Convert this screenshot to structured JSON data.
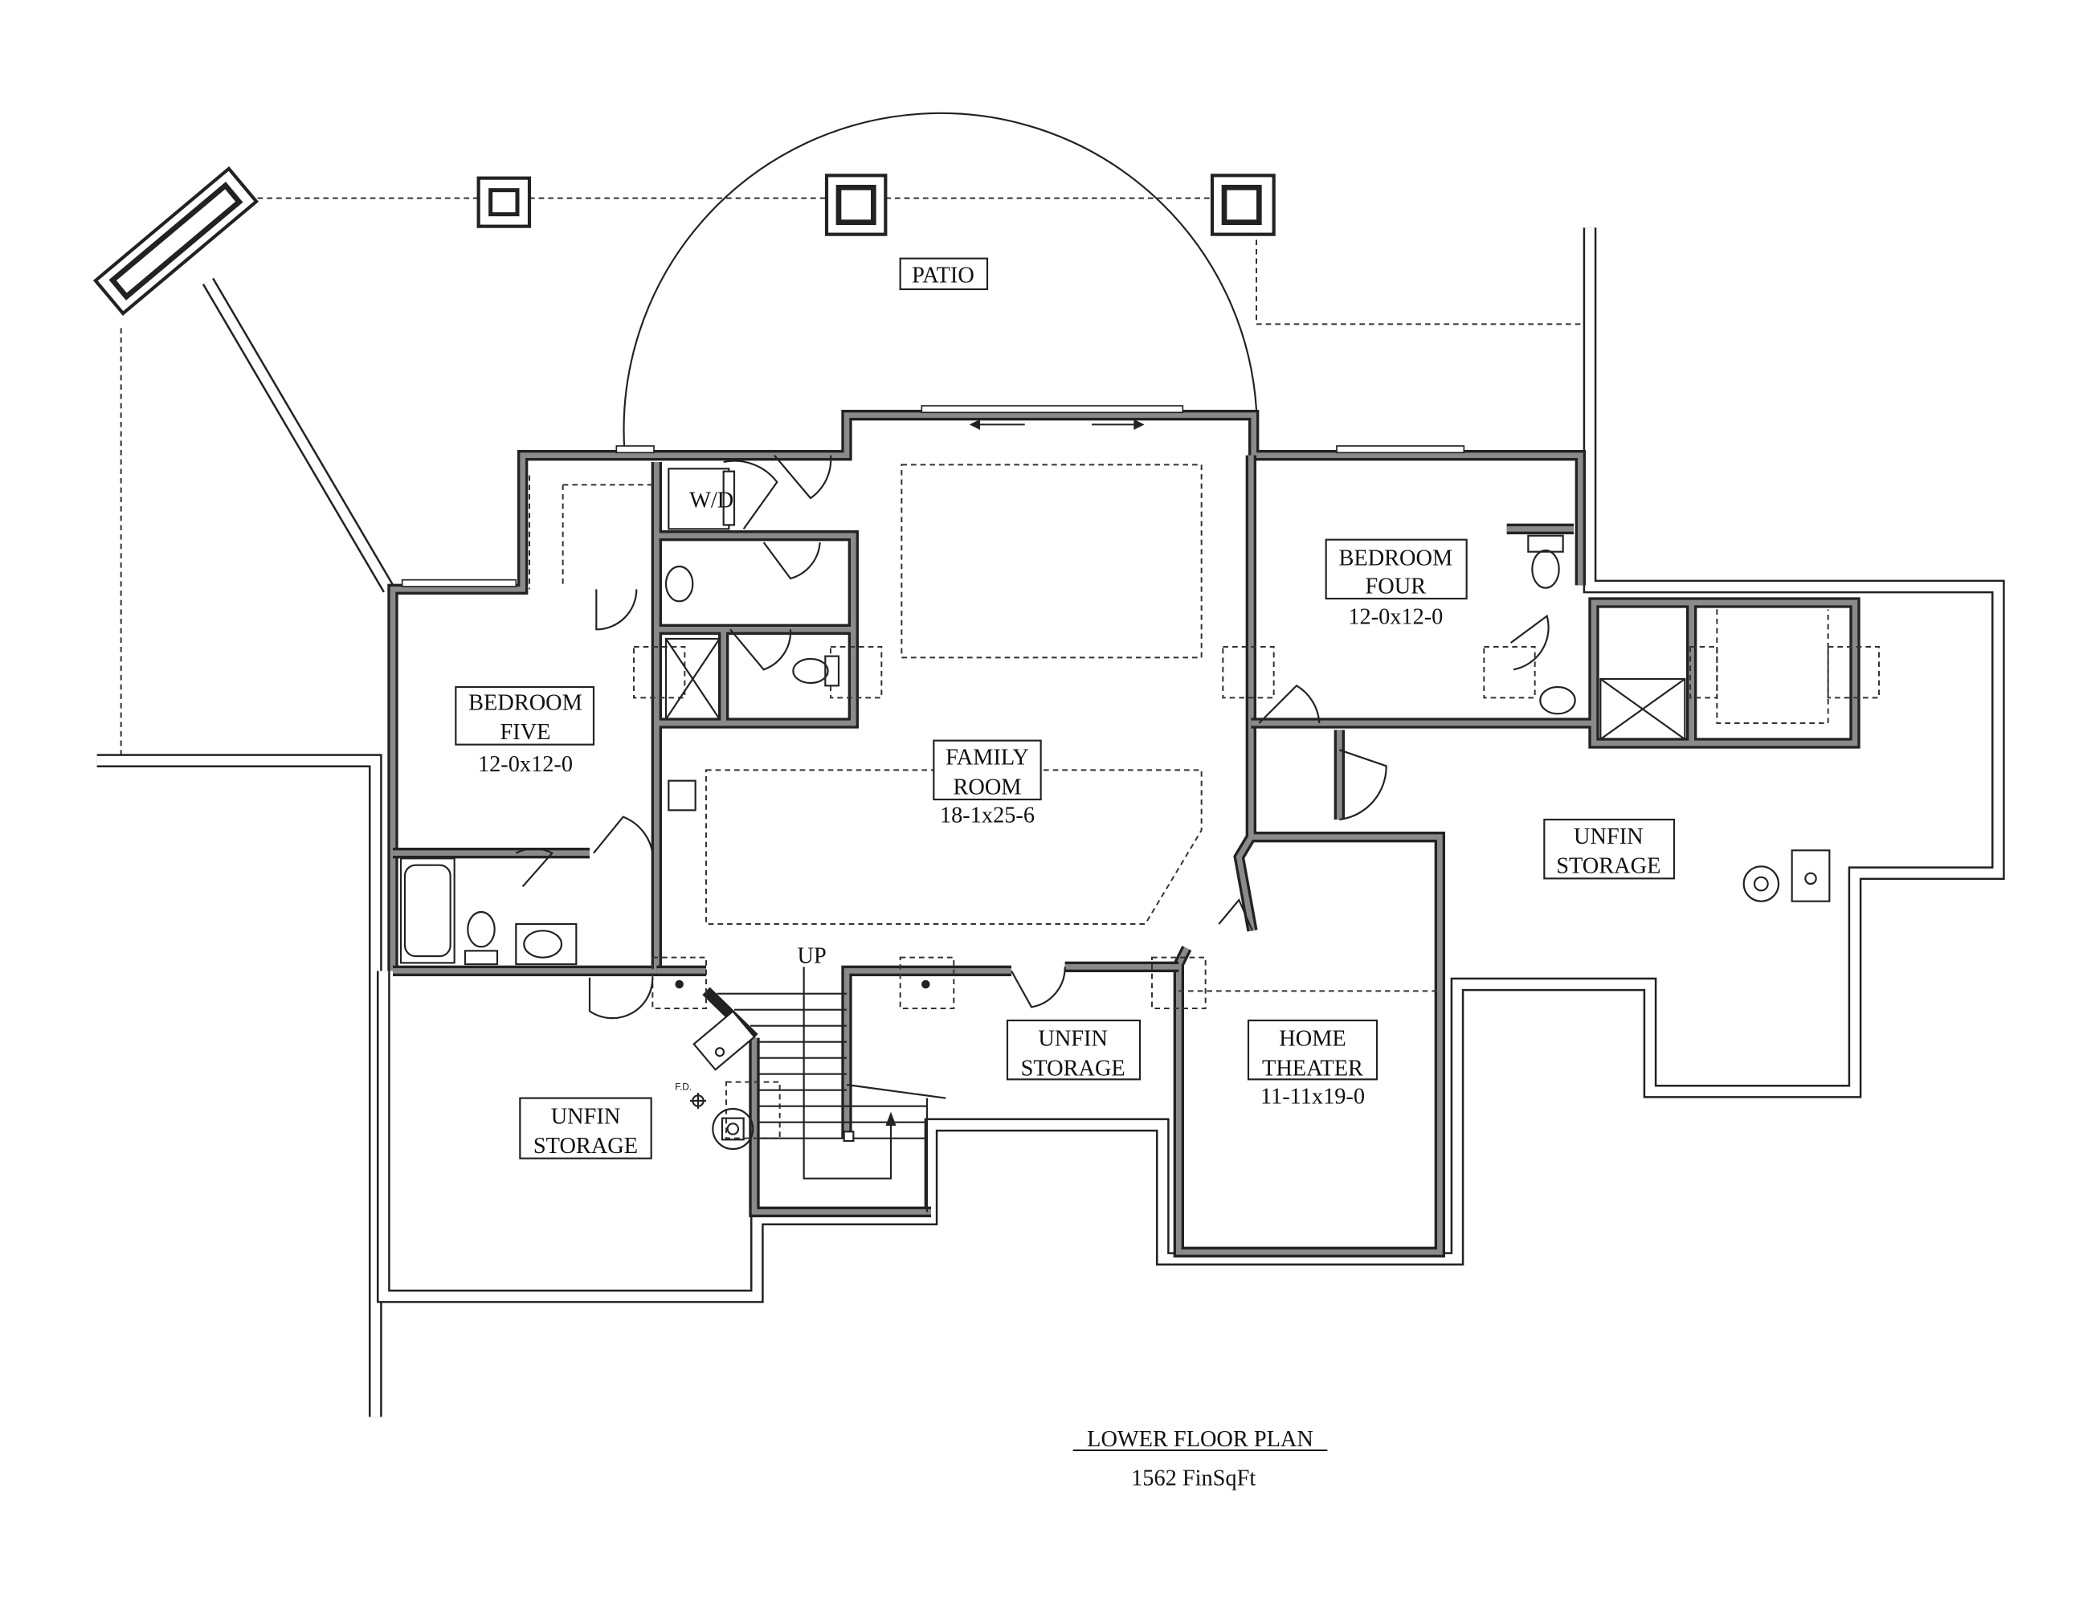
{
  "plan": {
    "title": "LOWER FLOOR PLAN",
    "finished_area": "1562 FinSqFt"
  },
  "rooms": {
    "patio": {
      "name": "PATIO"
    },
    "laundry": {
      "name": "W/D"
    },
    "bedroom_four": {
      "line1": "BEDROOM",
      "line2": "FOUR",
      "dims": "12-0x12-0"
    },
    "bedroom_five": {
      "line1": "BEDROOM",
      "line2": "FIVE",
      "dims": "12-0x12-0"
    },
    "family_room": {
      "line1": "FAMILY",
      "line2": "ROOM",
      "dims": "18-1x25-6"
    },
    "storage_right": {
      "line1": "UNFIN",
      "line2": "STORAGE"
    },
    "storage_middle": {
      "line1": "UNFIN",
      "line2": "STORAGE"
    },
    "storage_left": {
      "line1": "UNFIN",
      "line2": "STORAGE"
    },
    "home_theater": {
      "line1": "HOME",
      "line2": "THEATER",
      "dims": "11-11x19-0"
    }
  },
  "annotations": {
    "stairs": "UP",
    "floor_drain": "F.D."
  },
  "colors": {
    "wall_fill": "#8a8a8a",
    "line": "#222222"
  }
}
